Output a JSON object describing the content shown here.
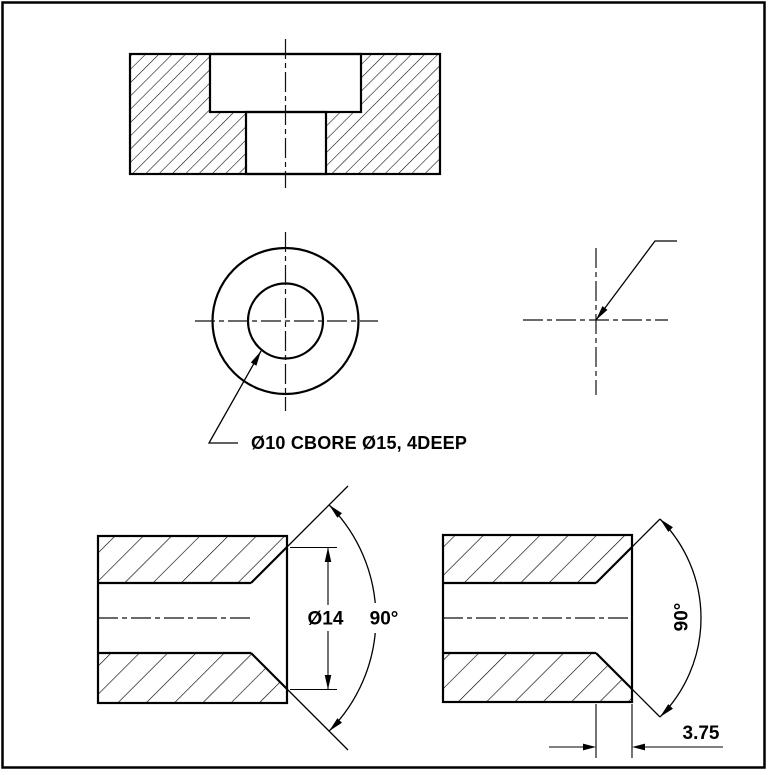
{
  "drawing": {
    "colors": {
      "background": "#ffffff",
      "line": "#000000",
      "frame": "#000000"
    },
    "labels": {
      "cbore_callout": "Ø10 CBORE Ø15, 4DEEP",
      "cs_diameter": "Ø14",
      "cs_angle_left": "90°",
      "cs_angle_right": "90°",
      "cs_depth": "3.75"
    }
  }
}
